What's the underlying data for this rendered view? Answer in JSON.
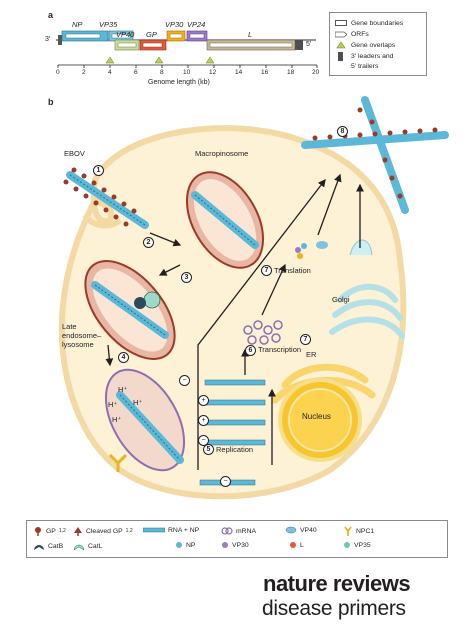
{
  "panel_a": {
    "letter": "a",
    "three_prime": "3′",
    "five_prime": "5′",
    "genes": [
      "NP",
      "VP35",
      "VP40",
      "GP",
      "VP30",
      "VP24",
      "L"
    ],
    "axis_title": "Genome length (kb)",
    "ticks": [
      "0",
      "2",
      "4",
      "6",
      "8",
      "10",
      "12",
      "14",
      "16",
      "18",
      "20"
    ],
    "legend": {
      "gene_boundaries": "Gene boundaries",
      "orfs": "ORFs",
      "gene_overlaps": "Gene overlaps",
      "leaders_line1": "3′ leaders and",
      "leaders_line2": "5′ trailers"
    }
  },
  "panel_b": {
    "letter": "b",
    "labels": {
      "ebov": "EBOV",
      "macropinosome": "Macropinosome",
      "late_endo_line1": "Late",
      "late_endo_line2": "endosome–",
      "late_endo_line3": "lysosome",
      "translation": "Translation",
      "transcription": "Transcription",
      "replication": "Replication",
      "golgi": "Golgi",
      "er": "ER",
      "nucleus": "Nucleus",
      "hplus": "H⁺"
    },
    "steps": [
      "1",
      "2",
      "3",
      "4",
      "5",
      "6",
      "7",
      "8"
    ],
    "signs": {
      "minus": "−",
      "plus": "+"
    }
  },
  "legend_b": {
    "gp": "GP",
    "gp_sub": "1,2",
    "cleaved_gp": "Cleaved GP",
    "cleaved_sub": "1,2",
    "rna_np": "RNA + NP",
    "mrna": "mRNA",
    "vp40": "VP40",
    "npc1": "NPC1",
    "catb": "CatB",
    "catl": "CatL",
    "np": "NP",
    "vp30": "VP30",
    "l": "L",
    "vp35": "VP35"
  },
  "brand": {
    "line1": "nature reviews",
    "line2": "disease primers"
  },
  "colors": {
    "np": "#5bb8d6",
    "vp35": "#7fc3e0",
    "vp40": "#c9dca0",
    "gp": "#e55a3c",
    "vp30": "#f2b01e",
    "vp24": "#9b7bc7",
    "l": "#c8b89a",
    "cell": "#fdf1d6",
    "membrane": "#f3d9a3",
    "nucleus": "#f9c52e"
  }
}
